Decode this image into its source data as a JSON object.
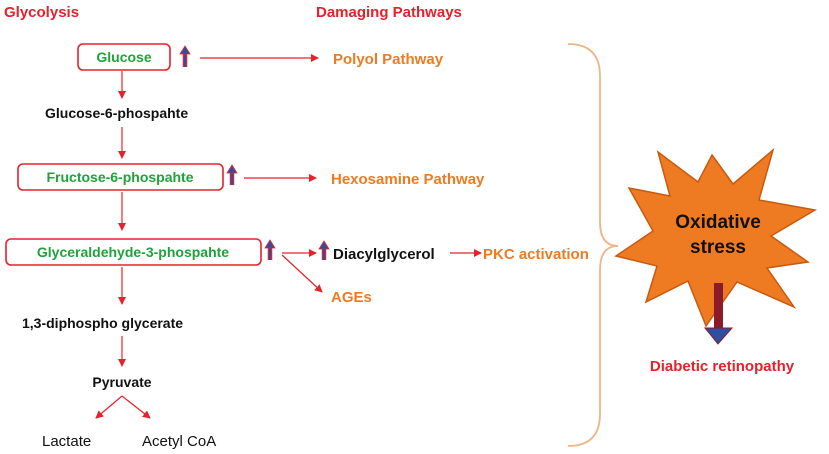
{
  "headers": {
    "glycolysis": "Glycolysis",
    "damaging": "Damaging Pathways"
  },
  "glycolysis": {
    "glucose": "Glucose",
    "g6p": "Glucose-6-phospahte",
    "f6p": "Fructose-6-phospahte",
    "g3p": "Glyceraldehyde-3-phospahte",
    "dpg": "1,3-diphospho glycerate",
    "pyruvate": "Pyruvate",
    "lactate": "Lactate",
    "acetyl": "Acetyl CoA"
  },
  "pathways": {
    "polyol": "Polyol Pathway",
    "hexosamine": "Hexosamine Pathway",
    "dag": "Diacylglycerol",
    "pkc": "PKC activation",
    "ages": "AGEs"
  },
  "outcome": {
    "stress_line1": "Oxidative",
    "stress_line2": "stress",
    "retinopathy": "Diabetic retinopathy"
  },
  "colors": {
    "red": "#e8202a",
    "green": "#1fa33a",
    "orange": "#ee7b22",
    "black": "#111111",
    "bracket": "#f0b48a",
    "star_fill": "#ee7b22",
    "star_stroke": "#c65a10",
    "up_arrow": "#2e4f9e",
    "down_arrow": "#8b1a2a"
  }
}
